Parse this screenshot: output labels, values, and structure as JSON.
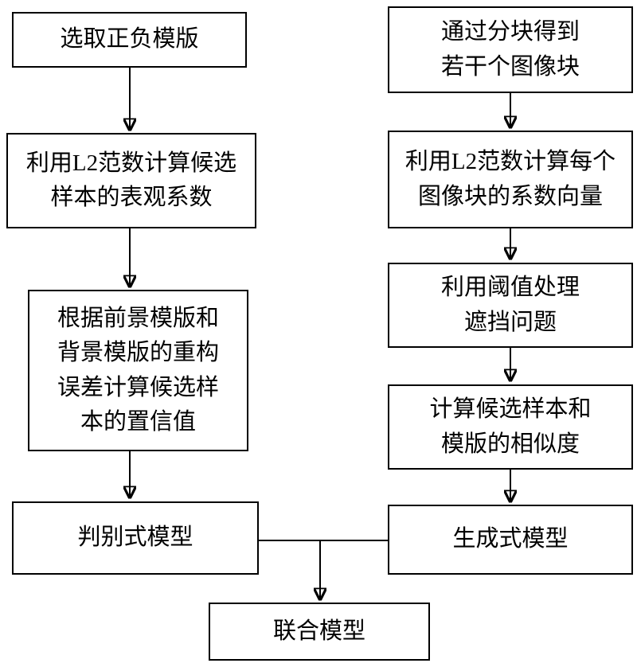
{
  "colors": {
    "background": "#ffffff",
    "line": "#000000",
    "text": "#000000"
  },
  "flowchart": {
    "left_branch": [
      {
        "label": "选取正负模版"
      },
      {
        "label": "利用L2范数计算候选\n样本的表观系数"
      },
      {
        "label": "根据前景模版和\n背景模版的重构\n误差计算候选样\n本的置信值"
      },
      {
        "label": "判别式模型"
      }
    ],
    "right_branch": [
      {
        "label": "通过分块得到\n若干个图像块"
      },
      {
        "label": "利用L2范数计算每个\n图像块的系数向量"
      },
      {
        "label": "利用阈值处理\n遮挡问题"
      },
      {
        "label": "计算候选样本和\n模版的相似度"
      },
      {
        "label": "生成式模型"
      }
    ],
    "merge": {
      "label": "联合模型"
    }
  }
}
